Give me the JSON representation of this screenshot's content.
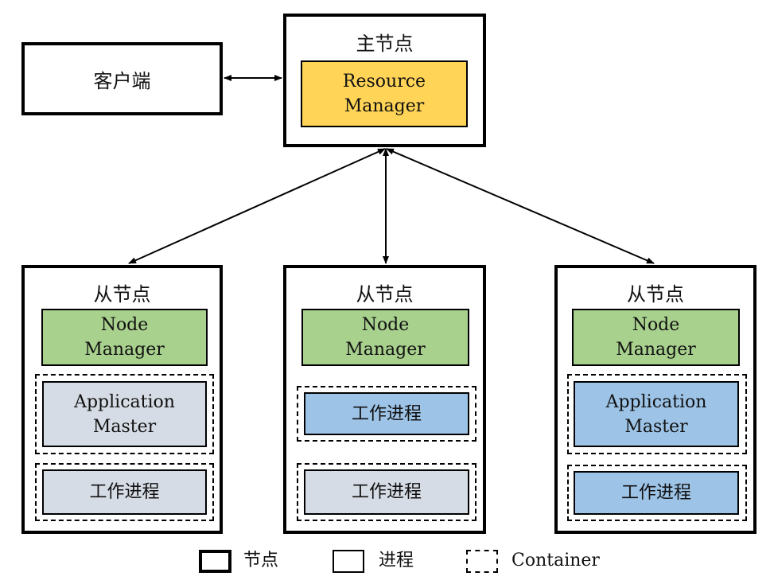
{
  "client": {
    "label": "客户端"
  },
  "master": {
    "title": "主节点",
    "rm_label": "Resource\nManager",
    "rm_color": "#FFD457"
  },
  "workers": [
    {
      "title": "从节点",
      "nm_label": "Node\nManager",
      "c1_label": "Application\nMaster",
      "c1_color": "#D6DCE5",
      "c2_label": "工作进程",
      "c2_color": "#D6DCE5"
    },
    {
      "title": "从节点",
      "nm_label": "Node\nManager",
      "c1_label": "工作进程",
      "c1_color": "#9DC3E6",
      "c2_label": "工作进程",
      "c2_color": "#D6DCE5"
    },
    {
      "title": "从节点",
      "nm_label": "Node\nManager",
      "c1_label": "Application\nMaster",
      "c1_color": "#9DC3E6",
      "c2_label": "工作进程",
      "c2_color": "#9DC3E6"
    }
  ],
  "colors": {
    "node_manager": "#A9D18E"
  },
  "legend": {
    "node": "节点",
    "process": "进程",
    "container": "Container"
  }
}
